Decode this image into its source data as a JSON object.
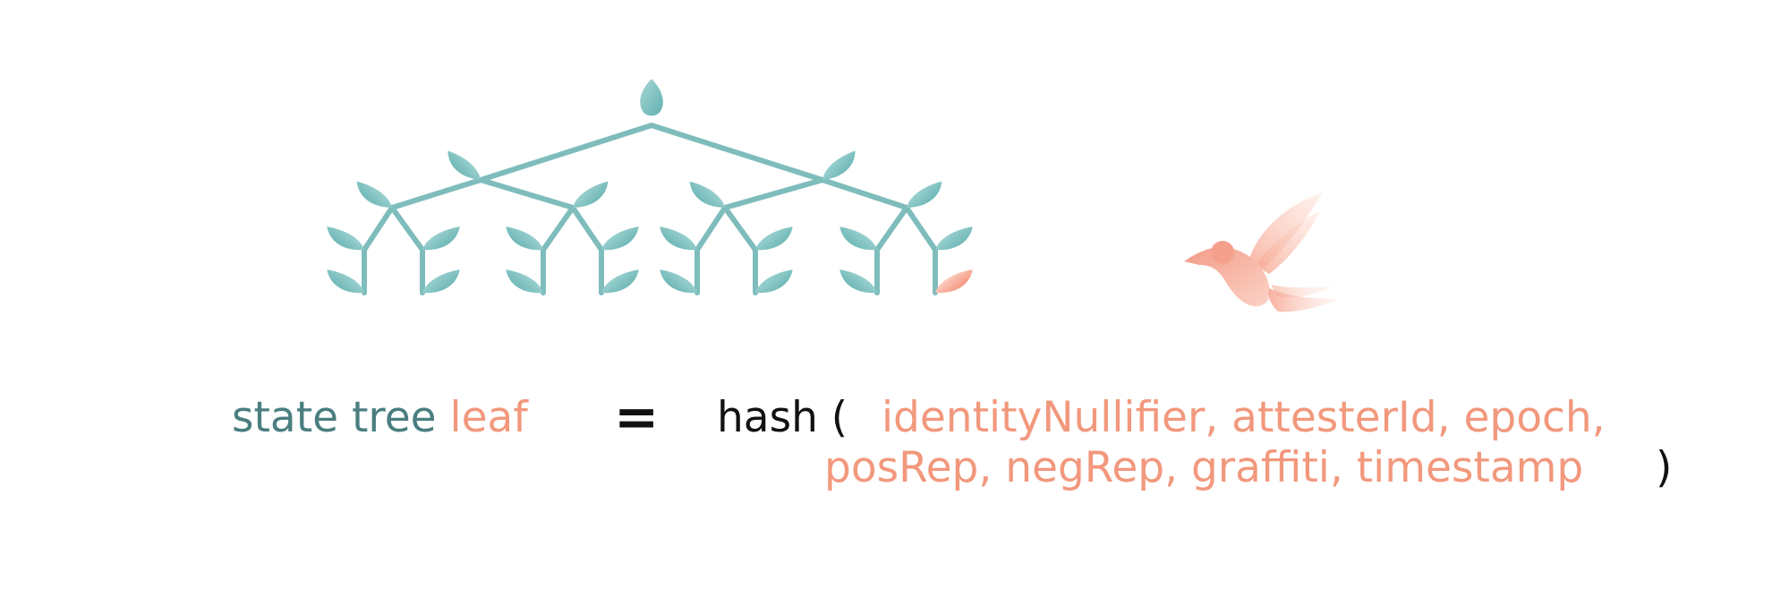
{
  "formula": {
    "lhs_part1": "state tree",
    "lhs_part2": "leaf",
    "equals": "=",
    "hash_open": "hash (",
    "args_line1": "identityNullifier, attesterId, epoch,",
    "args_line2": "posRep, negRep, graffiti, timestamp",
    "close_paren": ")"
  },
  "colors": {
    "teal": "#7fc0c0",
    "teal_text": "#4a7e80",
    "coral": "#f2987d",
    "black": "#111111"
  },
  "icons": {
    "tree": "merkle-tree-of-leaves-icon",
    "bird": "hummingbird-icon",
    "highlighted_leaf": "coral-leaf-icon"
  }
}
